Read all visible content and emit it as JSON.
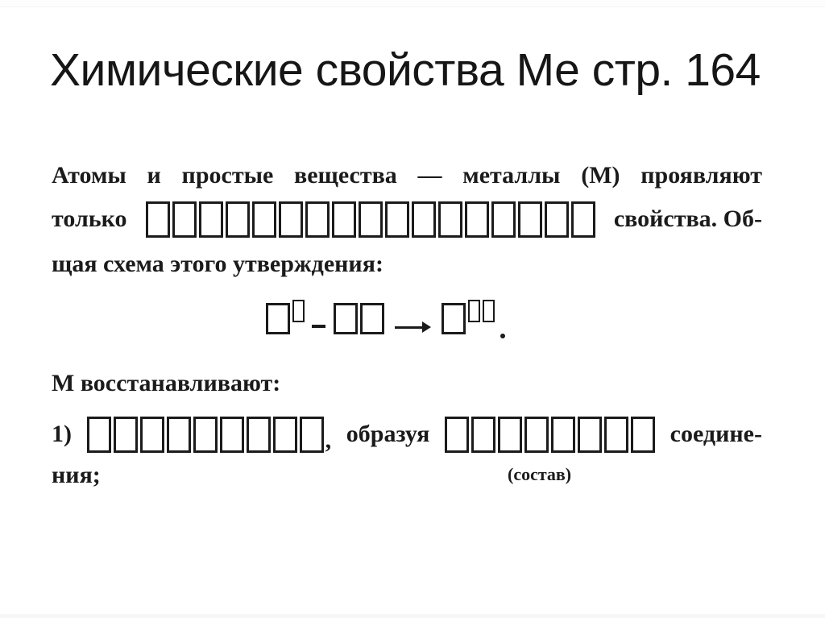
{
  "slide": {
    "title": "Химические свойства Ме стр. 164"
  },
  "worksheet": {
    "paragraph": {
      "line1": "Атомы и простые вещества — металлы (М) проявляют",
      "line2_start": "только",
      "line2_blank_count": 17,
      "line2_end": "свойства. Об-",
      "line3": "щая схема этого утверждения:"
    },
    "schema": {
      "reactant_superscript_count": 1,
      "subtracted_box_count": 2,
      "product_superscript_count": 2
    },
    "reduce_heading": "М восстанавливают:",
    "item1": {
      "number": "1)",
      "blank_count_1": 9,
      "comma": ",",
      "connector": "образуя",
      "blank_count_2": 8,
      "line_end": "соедине-",
      "continuation": "ния;",
      "note_under_blanks": "(состав)"
    }
  },
  "colors": {
    "text": "#1b1b1b",
    "title_text": "#161616",
    "background": "#ffffff"
  }
}
